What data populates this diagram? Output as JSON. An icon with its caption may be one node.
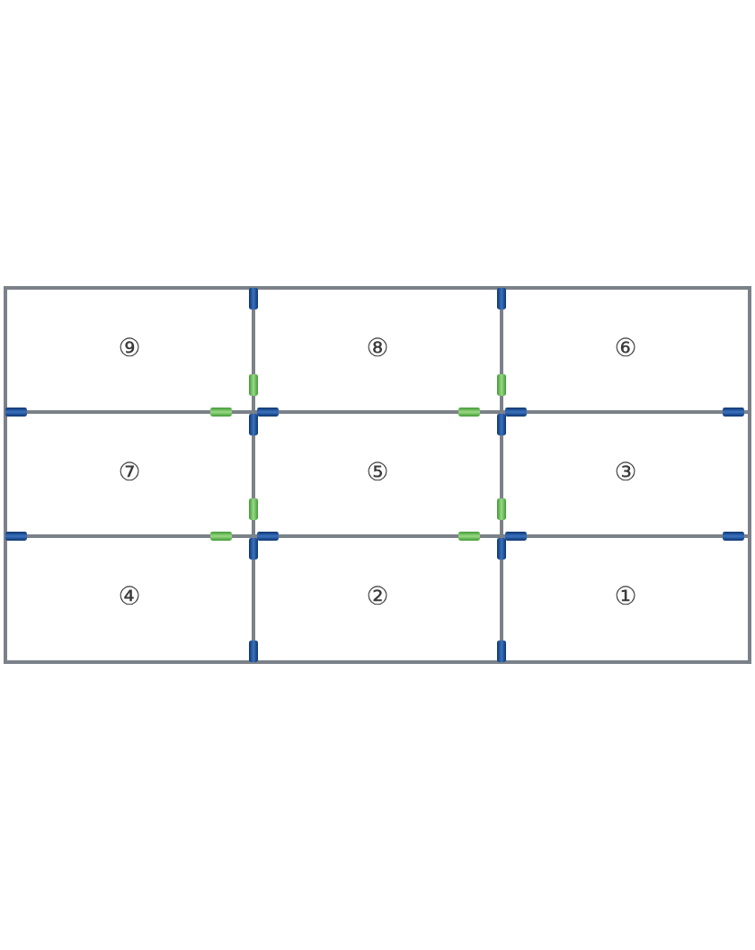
{
  "diagram": {
    "nodes": [
      {
        "text": [
          "⑨"
        ]
      },
      {
        "text": [
          "⑧"
        ]
      },
      {
        "text": [
          "⑥"
        ]
      },
      {
        "text": [
          "⑦"
        ]
      },
      {
        "text": [
          "⑤"
        ]
      },
      {
        "text": [
          "③"
        ]
      },
      {
        "text": [
          "④"
        ]
      },
      {
        "text": [
          "②"
        ]
      },
      {
        "text": [
          "①"
        ]
      }
    ]
  }
}
